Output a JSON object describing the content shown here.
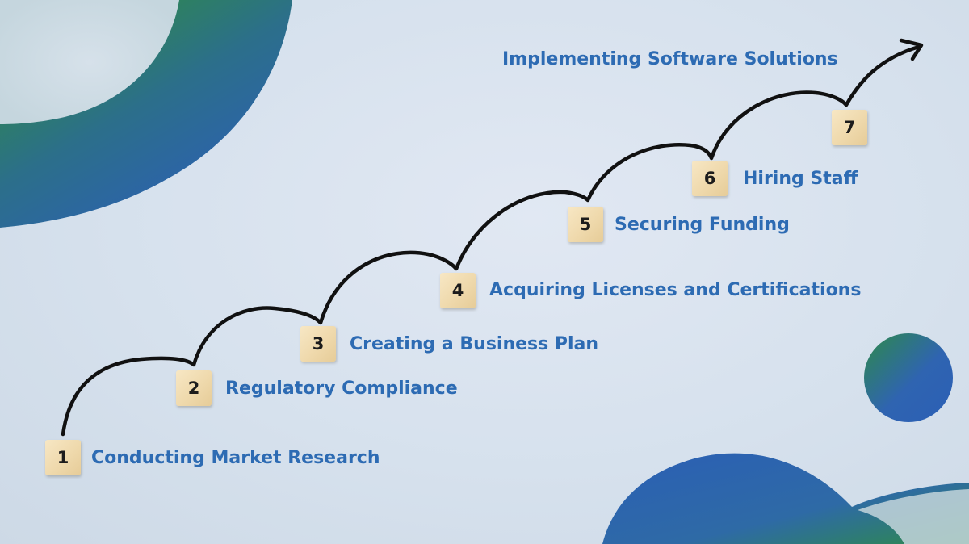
{
  "steps": [
    {
      "number": "1",
      "label": "Conducting Market Research"
    },
    {
      "number": "2",
      "label": "Regulatory Compliance"
    },
    {
      "number": "3",
      "label": "Creating a Business Plan"
    },
    {
      "number": "4",
      "label": "Acquiring Licenses and Certifications"
    },
    {
      "number": "5",
      "label": "Securing Funding"
    },
    {
      "number": "6",
      "label": "Hiring Staff"
    },
    {
      "number": "7",
      "label": "Implementing Software Solutions"
    }
  ],
  "colors": {
    "label_text": "#2d6bb3",
    "tile": "#efd9ac",
    "path": "#111111",
    "blob_blue": "#2f64b1",
    "blob_green": "#2e8a4a"
  }
}
